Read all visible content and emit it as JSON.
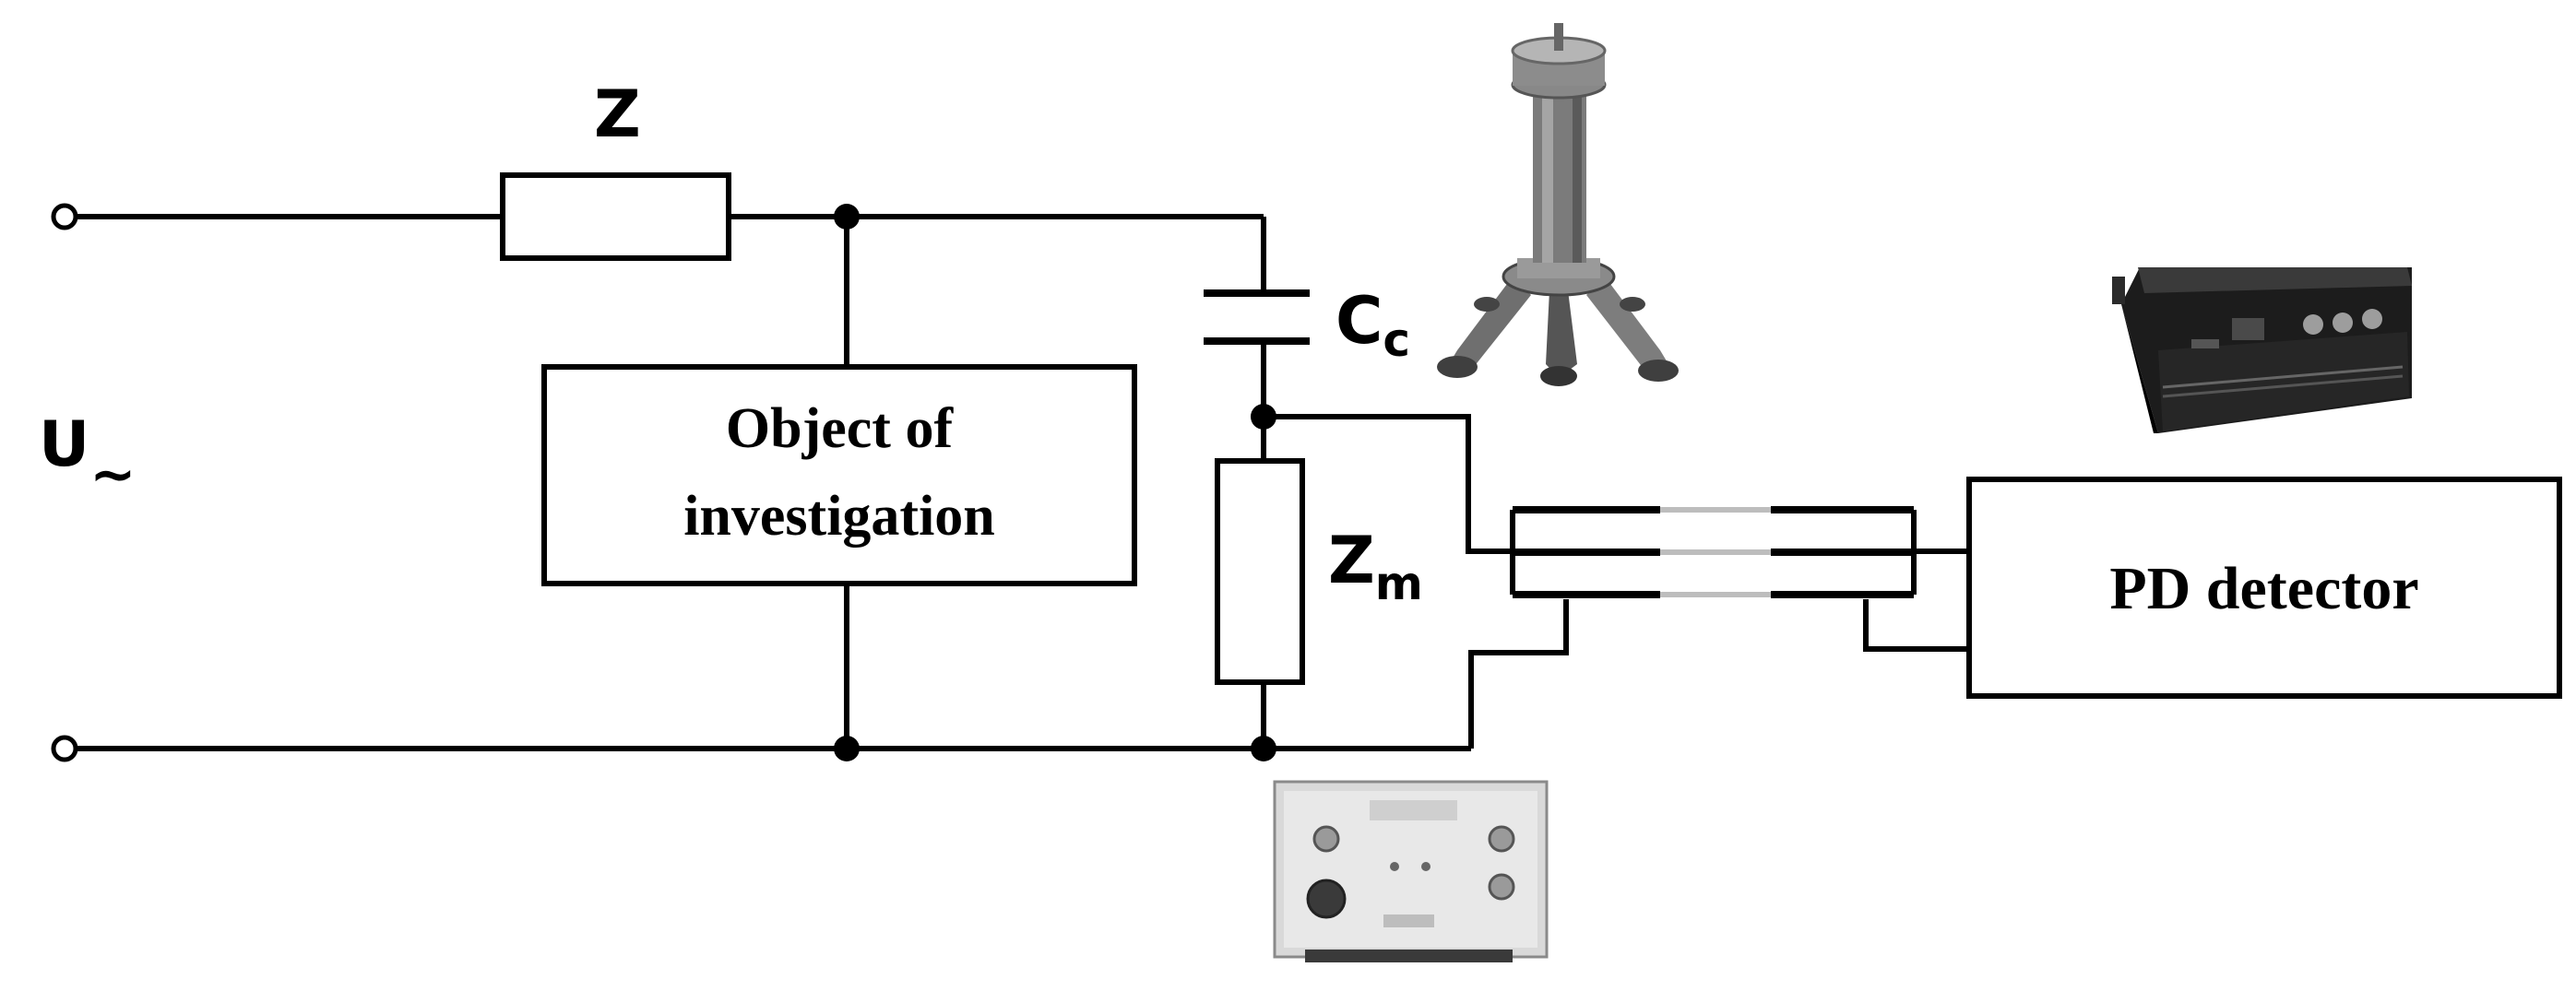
{
  "labels": {
    "source": "U",
    "source_sub": "~",
    "impedance": "Z",
    "coupling_cap": "C",
    "coupling_cap_sub": "c",
    "measuring_imp": "Z",
    "measuring_imp_sub": "m",
    "object_line1": "Object of",
    "object_line2": "investigation",
    "detector": "PD detector"
  },
  "photos": [
    "coupling-capacitor-photo",
    "measuring-impedance-unit-photo",
    "pd-detector-device-photo"
  ],
  "colors": {
    "line": "#000000",
    "background": "#ffffff",
    "device_dark": "#1c1c1c",
    "device_silver": "#d9d9d9",
    "capacitor_body": "#7a7a7a"
  }
}
